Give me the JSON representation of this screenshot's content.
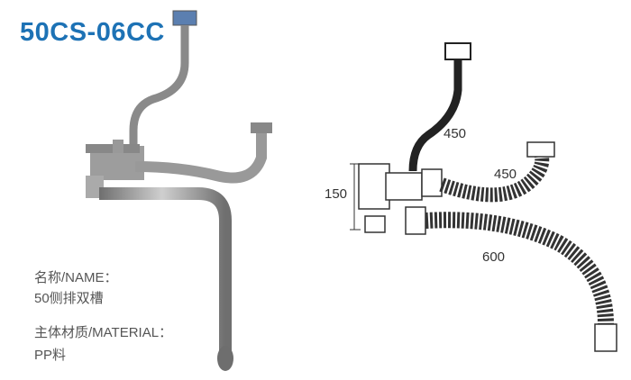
{
  "product": {
    "model": "50CS-06CC"
  },
  "specs": {
    "name_label": "名称/NAME：",
    "name_value": "50侧排双槽",
    "material_label": "主体材质/MATERIAL：",
    "material_value": "PP料"
  },
  "dimensions": {
    "overflow_hose": "450",
    "side_hose": "450",
    "height": "150",
    "main_hose": "600"
  },
  "colors": {
    "title": "#1d72b5",
    "pipe": "#9a9a9a",
    "hose": "#333333"
  }
}
